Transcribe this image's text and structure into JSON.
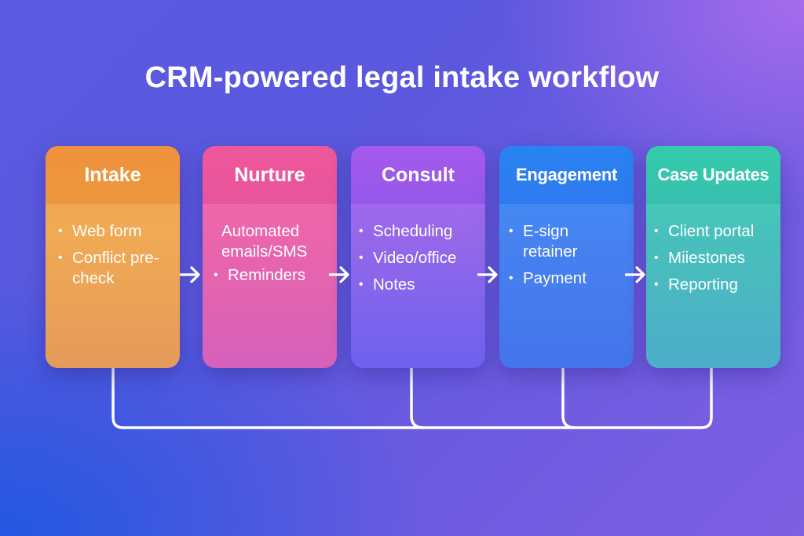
{
  "title": "CRM-powered legal intake workflow",
  "colors": {
    "intake": "#f39a40",
    "nurture": "#f45e9f",
    "consult": "#8f5de8",
    "engagement": "#2a8cf5",
    "case_updates": "#38d2b2",
    "connector": "#ffffff"
  },
  "stages": [
    {
      "name": "Intake",
      "items": [
        "Web form",
        "Conflict pre-check"
      ]
    },
    {
      "name": "Nurture",
      "items": [
        "Automated emails/SMS",
        "Reminders"
      ]
    },
    {
      "name": "Consult",
      "items": [
        "Scheduling",
        "Video/office",
        "Notes"
      ]
    },
    {
      "name": "Engagement",
      "items": [
        "E-sign retainer",
        "Payment"
      ]
    },
    {
      "name": "Case Updates",
      "items": [
        "Client portal",
        "Miiestones",
        "Reporting"
      ]
    }
  ],
  "arrows": [
    {
      "from": "Intake",
      "to": "Nurture",
      "icon": "arrow-right-icon"
    },
    {
      "from": "Nurture",
      "to": "Consult",
      "icon": "arrow-right-icon"
    },
    {
      "from": "Consult",
      "to": "Engagement",
      "icon": "arrow-right-icon"
    },
    {
      "from": "Engagement",
      "to": "Case Updates",
      "icon": "arrow-right-icon"
    }
  ],
  "feedback_loop": {
    "connects": [
      "Intake",
      "Consult",
      "Engagement",
      "Case Updates"
    ]
  }
}
